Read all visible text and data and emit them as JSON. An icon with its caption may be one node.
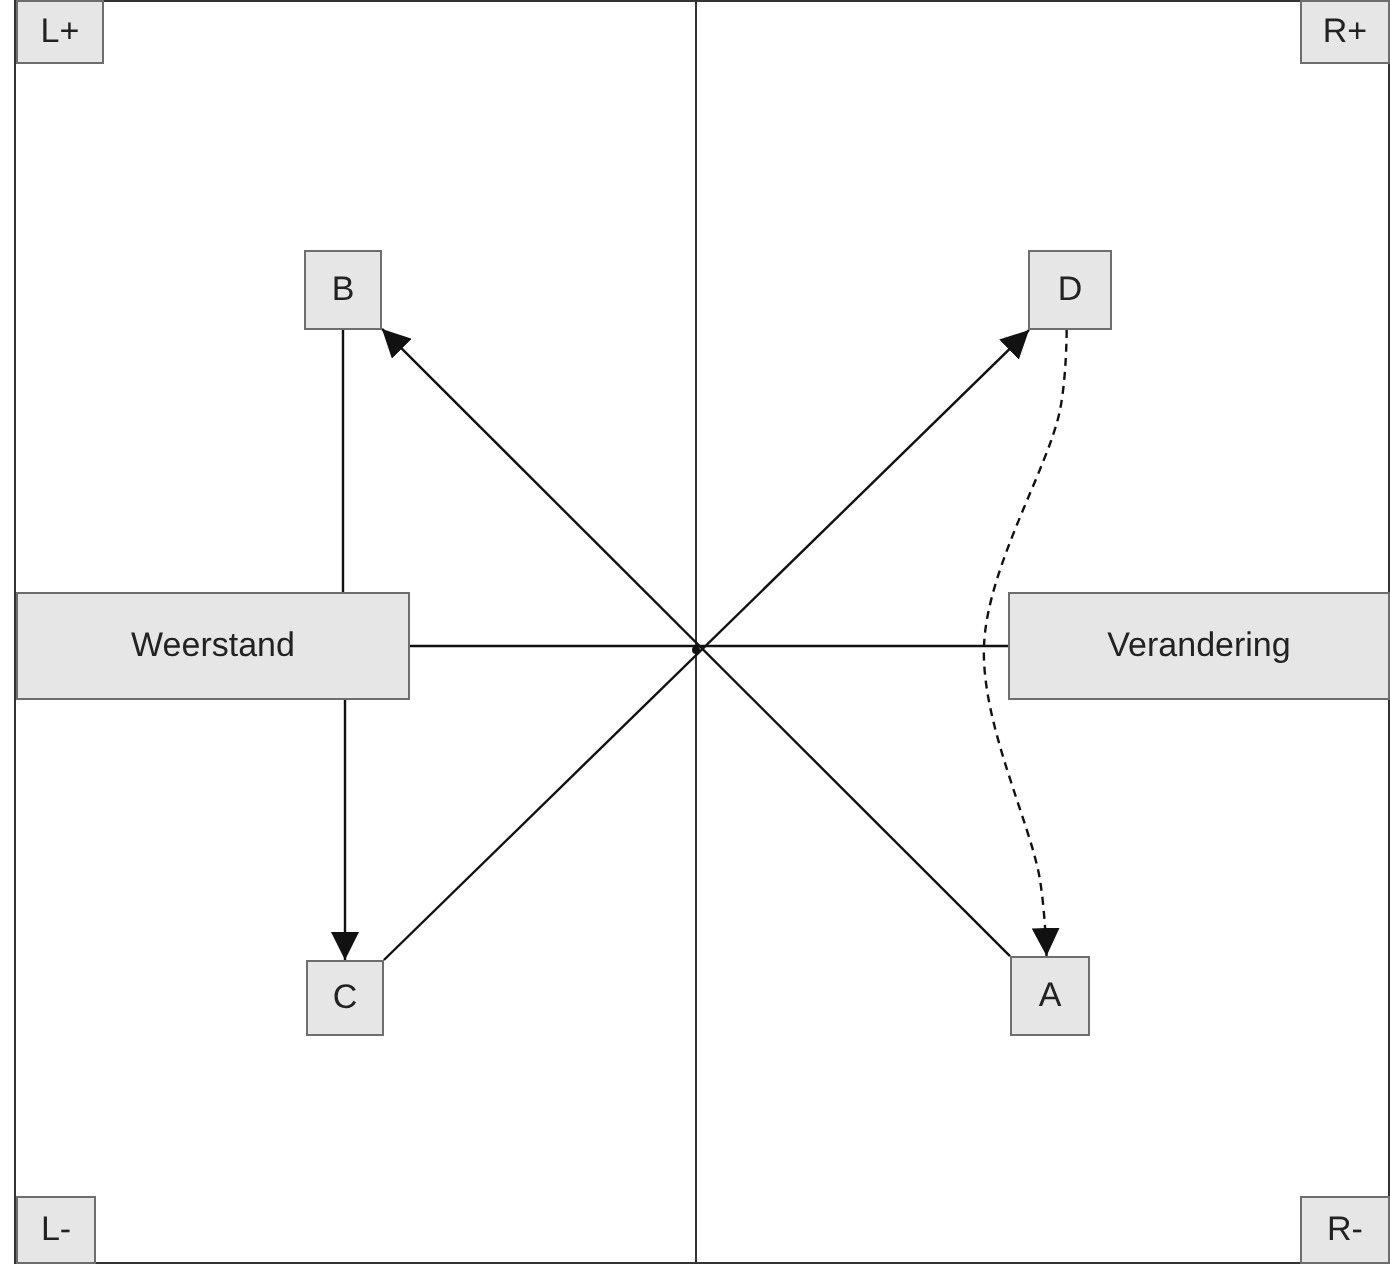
{
  "diagram": {
    "nodes": [
      {
        "text": [
          "L+"
        ]
      },
      {
        "text": [
          "R+"
        ]
      },
      {
        "text": [
          "B"
        ]
      },
      {
        "text": [
          "D"
        ]
      },
      {
        "text": [
          "Weerstand"
        ]
      },
      {
        "text": [
          "Verandering"
        ]
      },
      {
        "text": [
          "C"
        ]
      },
      {
        "text": [
          "A"
        ]
      },
      {
        "text": [
          "L-"
        ]
      },
      {
        "text": [
          "R-"
        ]
      }
    ],
    "edges": [
      {
        "from": 7,
        "to": 2,
        "arrow": "to"
      },
      {
        "from": 6,
        "to": 3,
        "arrow": "to"
      },
      {
        "from": 2,
        "to": 4,
        "arrow": "none"
      },
      {
        "from": 4,
        "to": 6,
        "arrow": "to"
      },
      {
        "from": 4,
        "to": 5,
        "arrow": "none"
      },
      {
        "from": 3,
        "to": 7,
        "arrow": "to",
        "style": "dashed"
      }
    ]
  }
}
